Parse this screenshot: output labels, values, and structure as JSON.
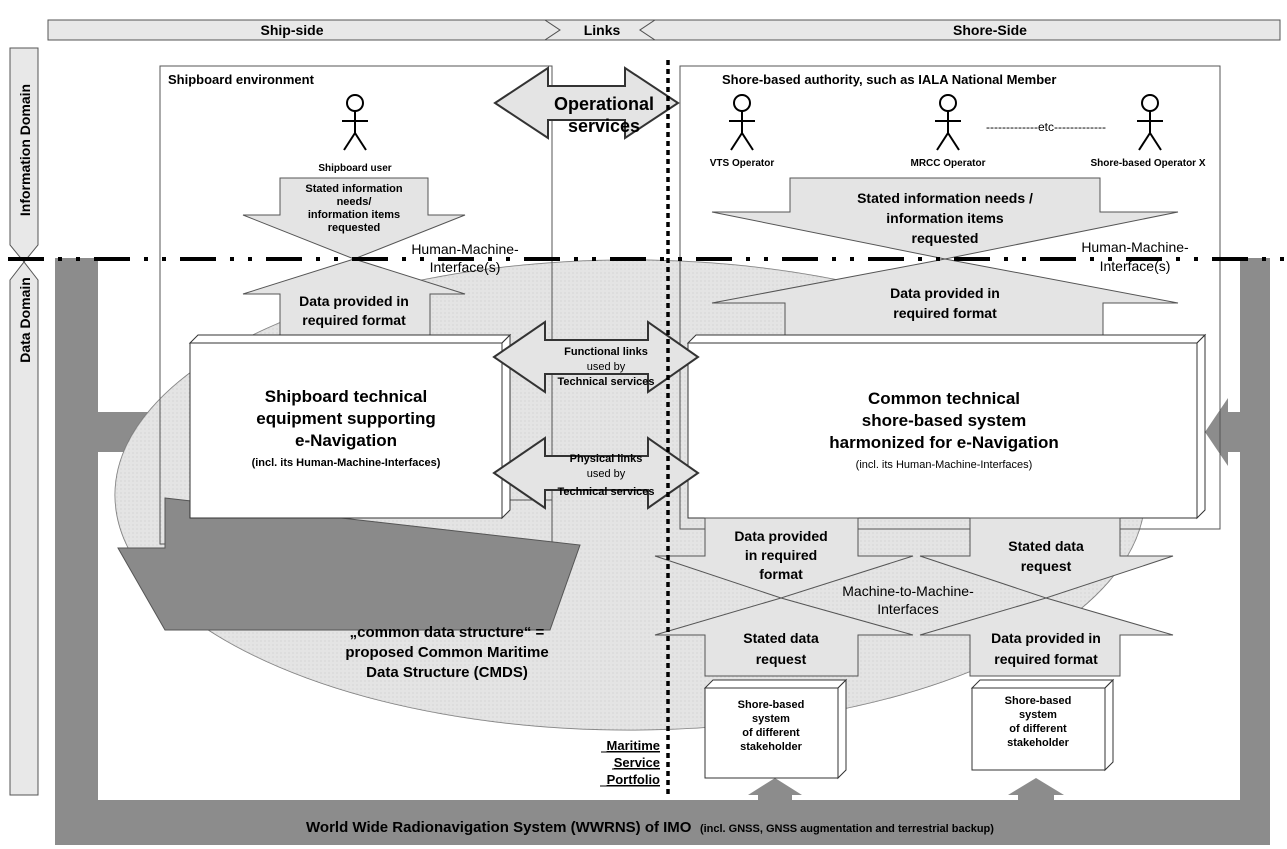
{
  "header": {
    "ship_side": "Ship-side",
    "links": "Links",
    "shore_side": "Shore-Side"
  },
  "domains": {
    "information": "Information Domain",
    "data": "Data Domain"
  },
  "ship": {
    "environment_title": "Shipboard environment",
    "user": "Shipboard user",
    "needs_lines": [
      "Stated information",
      "needs/",
      "information items",
      "requested"
    ],
    "hmi_lines": [
      "Human-Machine-",
      "Interface(s)"
    ],
    "data_lines": [
      "Data provided in",
      "required format"
    ],
    "equipment_lines": [
      "Shipboard technical",
      "equipment supporting",
      "e-Navigation"
    ],
    "equipment_sub": "(incl. its Human-Machine-Interfaces)"
  },
  "links": {
    "operational_lines": [
      "Operational",
      "services"
    ],
    "functional": {
      "title": "Functional links",
      "used_by": "used by",
      "by": "Technical services"
    },
    "physical": {
      "title": "Physical links",
      "used_by": "used by",
      "by": "Technical services"
    }
  },
  "shore": {
    "authority_title": "Shore-based authority, such as IALA National Member",
    "operators": [
      "VTS Operator",
      "MRCC Operator",
      "Shore-based Operator X"
    ],
    "etc": "-------------etc-------------",
    "needs_lines": [
      "Stated information needs /",
      "information items",
      "requested"
    ],
    "hmi_lines": [
      "Human-Machine-",
      "Interface(s)"
    ],
    "data_lines": [
      "Data provided in",
      "required format"
    ],
    "system_lines": [
      "Common technical",
      "shore-based system",
      "harmonized for e-Navigation"
    ],
    "system_sub": "(incl. its Human-Machine-Interfaces)"
  },
  "m2m": {
    "left_top_lines": [
      "Data provided",
      "in required",
      "format"
    ],
    "right_top_lines": [
      "Stated data",
      "request"
    ],
    "label_lines": [
      "Machine-to-Machine-",
      "Interfaces"
    ],
    "left_bottom_lines": [
      "Stated data",
      "request"
    ],
    "right_bottom_lines": [
      "Data provided in",
      "required format"
    ]
  },
  "stakeholder_lines": [
    "Shore-based",
    "system",
    "of different",
    "stakeholder"
  ],
  "cmds_lines": [
    "„common data structure“ =",
    "proposed Common Maritime",
    "Data Structure (CMDS)"
  ],
  "msp_lines": [
    "Maritime",
    "Service",
    "Portfolio"
  ],
  "wwrns": {
    "main": "World Wide Radionavigation System (WWRNS) of IMO",
    "sub": "(incl. GNSS, GNSS augmentation and terrestrial backup)"
  },
  "colors": {
    "gray_frame": "#8c8c8c",
    "light_fill": "#e4e4e4",
    "ellipse_fill": "#e2e2e2",
    "ship_hull": "#8a8a8a"
  }
}
